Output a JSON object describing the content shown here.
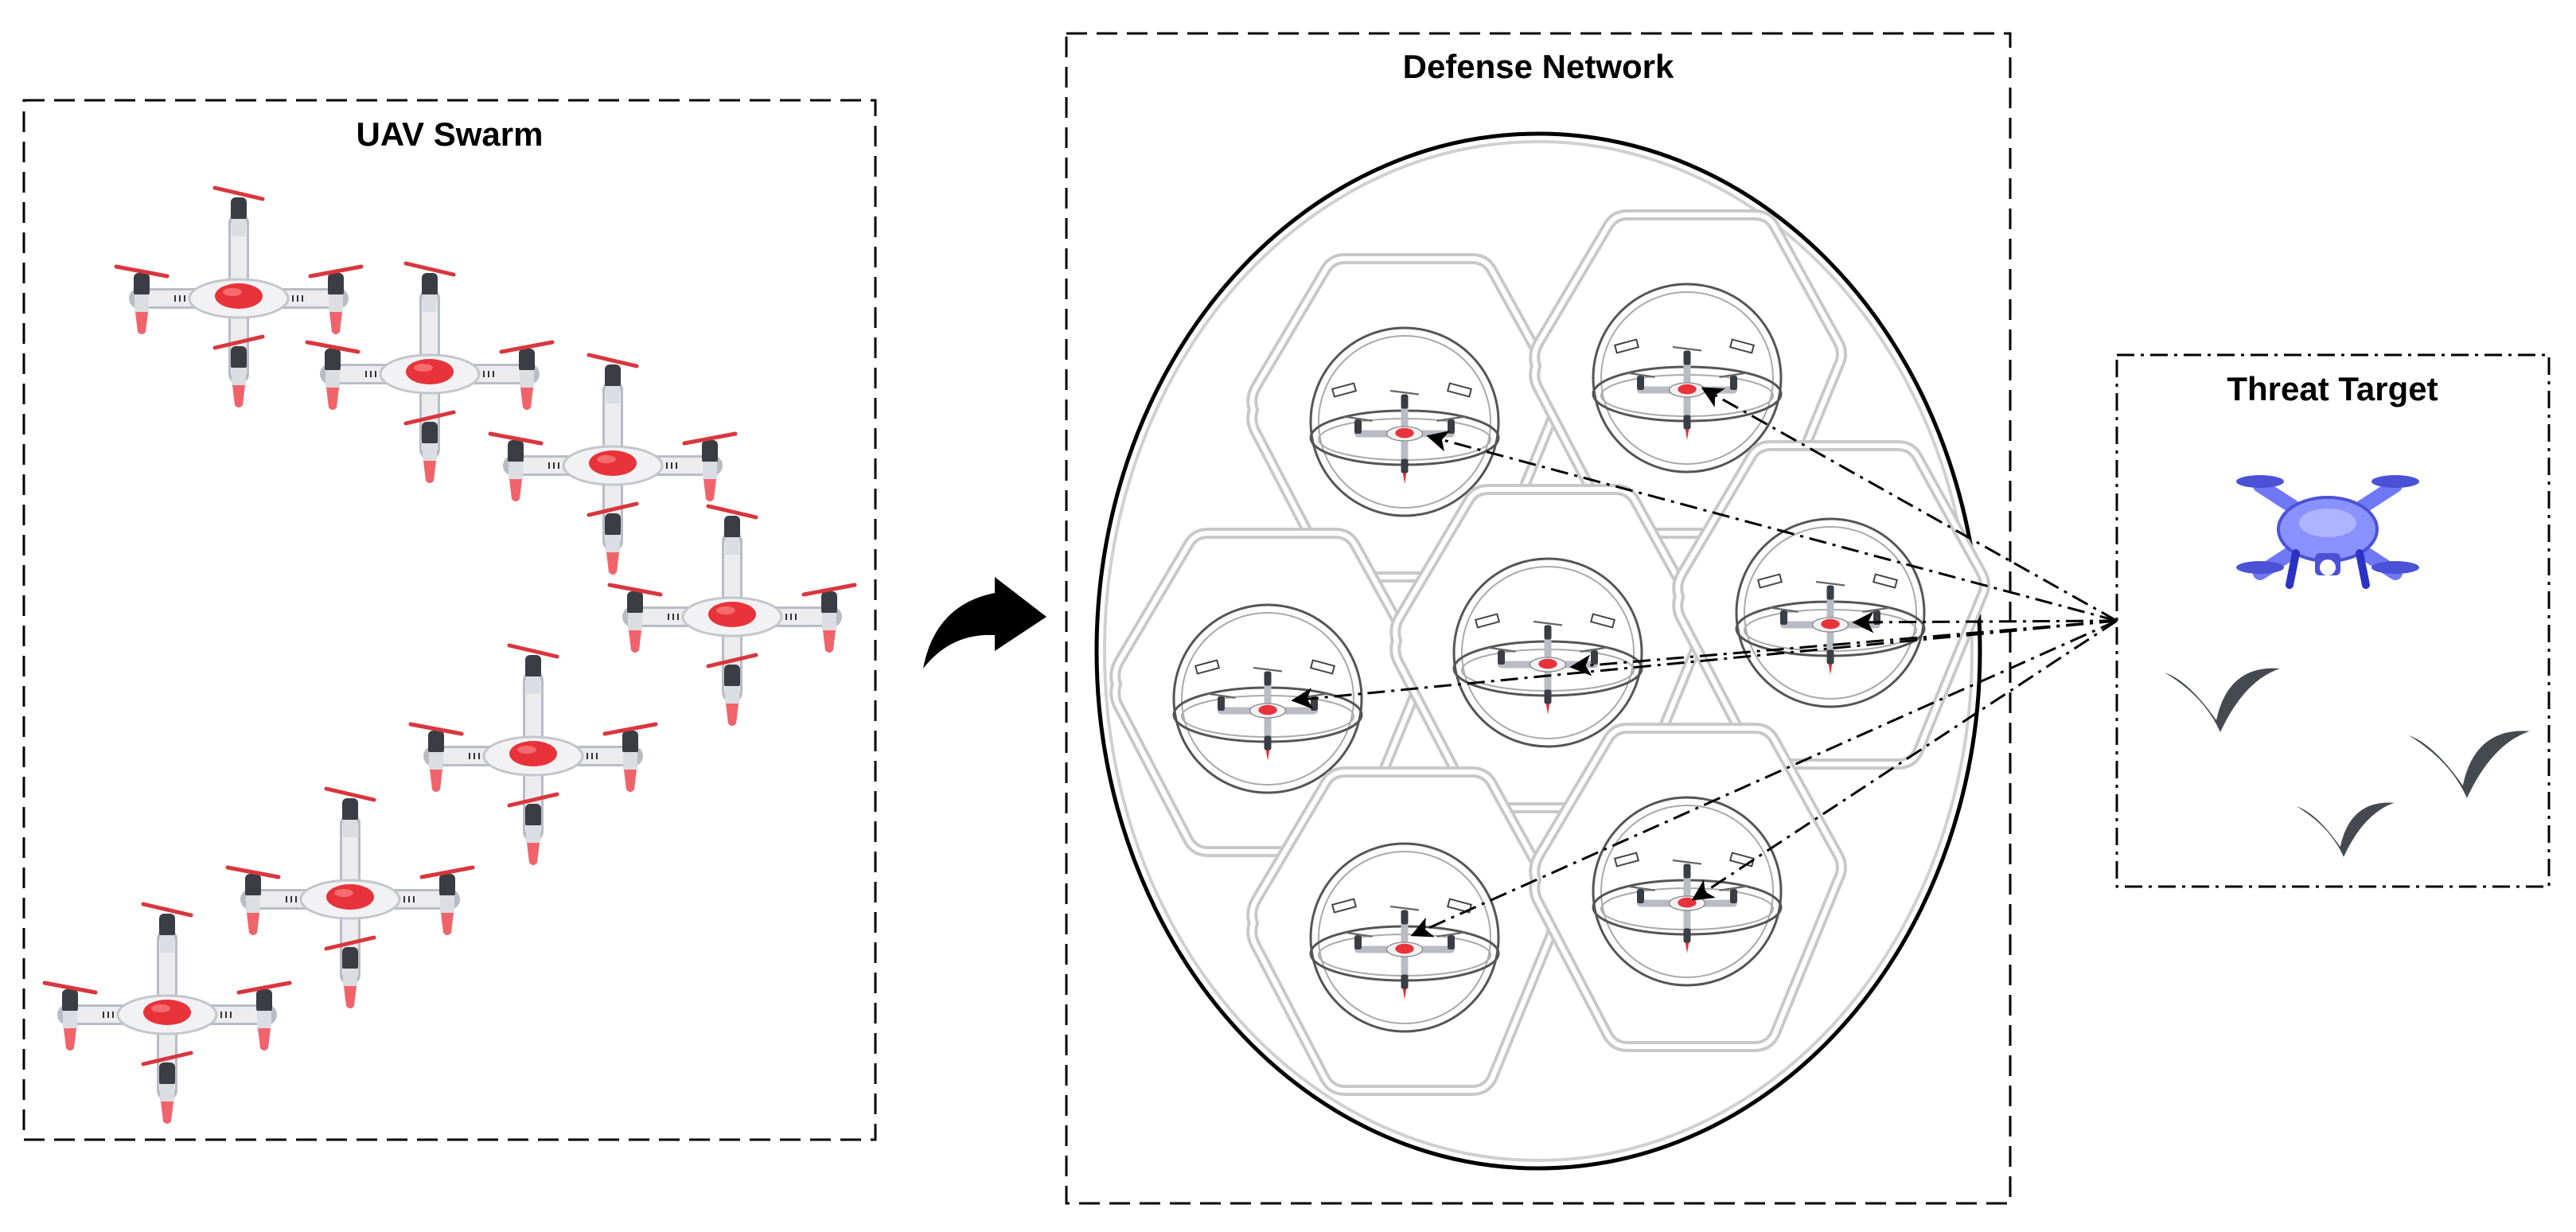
{
  "panels": {
    "swarm": {
      "title": "UAV Swarm"
    },
    "defense": {
      "title": "Defense Network"
    },
    "threat": {
      "title": "Threat Target"
    }
  },
  "icons": {
    "swarm_drone": "quadcopter-icon",
    "caged_drone": "caged-drone-icon",
    "threat_drone": "threat-drone-icon",
    "bird": "bird-icon",
    "flow_arrow": "curved-arrow-icon"
  },
  "colors": {
    "drone_body": "#e8e8ec",
    "drone_hub": "#e8333a",
    "propeller": "#d9363e",
    "motor": "#3a3d44",
    "threat_drone": "#6f78f5",
    "bird": "#444a50",
    "hexagon_stroke": "#c8c8c8"
  }
}
